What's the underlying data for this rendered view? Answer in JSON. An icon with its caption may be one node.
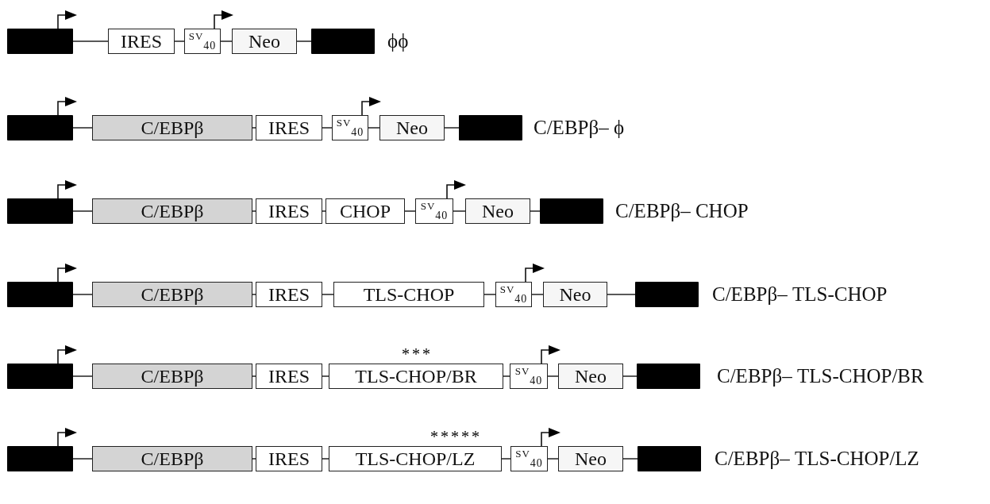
{
  "diagram": {
    "nodes": [
      {
        "text": [],
        "shape": "bar"
      },
      {
        "text": [
          "IRES"
        ]
      },
      {
        "text": [
          "SV$_{40}$"
        ]
      },
      {
        "text": [
          "Neo"
        ]
      },
      {
        "text": [],
        "shape": "bar"
      },
      {
        "text": [],
        "shape": "bar"
      },
      {
        "text": [
          "C/EBPβ"
        ]
      },
      {
        "text": [
          "IRES"
        ]
      },
      {
        "text": [
          "SV$_{40}$"
        ]
      },
      {
        "text": [
          "Neo"
        ]
      },
      {
        "text": [],
        "shape": "bar"
      },
      {
        "text": [],
        "shape": "bar"
      },
      {
        "text": [
          "C/EBPβ"
        ]
      },
      {
        "text": [
          "IRES"
        ]
      },
      {
        "text": [
          "CHOP"
        ]
      },
      {
        "text": [
          "SV$_{40}$"
        ]
      },
      {
        "text": [
          "Neo"
        ]
      },
      {
        "text": [],
        "shape": "bar"
      },
      {
        "text": [],
        "shape": "bar"
      },
      {
        "text": [
          "C/EBPβ"
        ]
      },
      {
        "text": [
          "IRES"
        ]
      },
      {
        "text": [
          "TLS-CHOP"
        ]
      },
      {
        "text": [
          "SV$_{40}$"
        ]
      },
      {
        "text": [
          "Neo"
        ]
      },
      {
        "text": [],
        "shape": "bar"
      },
      {
        "text": [],
        "shape": "bar"
      },
      {
        "text": [
          "C/EBPβ"
        ]
      },
      {
        "text": [
          "IRES"
        ]
      },
      {
        "text": [
          "TLS-CHOP/BR"
        ],
        "beside": [
          "***"
        ]
      },
      {
        "text": [
          "SV$_{40}$"
        ]
      },
      {
        "text": [
          "Neo"
        ]
      },
      {
        "text": [],
        "shape": "bar"
      },
      {
        "text": [],
        "shape": "bar"
      },
      {
        "text": [
          "C/EBPβ"
        ]
      },
      {
        "text": [
          "IRES"
        ]
      },
      {
        "text": [
          "TLS-CHOP/LZ"
        ],
        "beside": [
          "*****"
        ]
      },
      {
        "text": [
          "SV$_{40}$"
        ]
      },
      {
        "text": [
          "Neo"
        ]
      },
      {
        "text": [],
        "shape": "bar"
      }
    ],
    "edges": [
      {
        "from": 0,
        "to": 1,
        "arrow": "none"
      },
      {
        "from": 1,
        "to": 2,
        "arrow": "none"
      },
      {
        "from": 2,
        "to": 3,
        "arrow": "none"
      },
      {
        "from": 3,
        "to": 4,
        "arrow": "none"
      },
      {
        "from": 5,
        "to": 6,
        "arrow": "none"
      },
      {
        "from": 6,
        "to": 7,
        "arrow": "none"
      },
      {
        "from": 7,
        "to": 8,
        "arrow": "none"
      },
      {
        "from": 8,
        "to": 9,
        "arrow": "none"
      },
      {
        "from": 9,
        "to": 10,
        "arrow": "none"
      },
      {
        "from": 11,
        "to": 12,
        "arrow": "none"
      },
      {
        "from": 12,
        "to": 13,
        "arrow": "none"
      },
      {
        "from": 13,
        "to": 14,
        "arrow": "none"
      },
      {
        "from": 14,
        "to": 15,
        "arrow": "none"
      },
      {
        "from": 15,
        "to": 16,
        "arrow": "none"
      },
      {
        "from": 16,
        "to": 17,
        "arrow": "none"
      },
      {
        "from": 18,
        "to": 19,
        "arrow": "none"
      },
      {
        "from": 19,
        "to": 20,
        "arrow": "none"
      },
      {
        "from": 20,
        "to": 21,
        "arrow": "none"
      },
      {
        "from": 21,
        "to": 22,
        "arrow": "none"
      },
      {
        "from": 22,
        "to": 23,
        "arrow": "none"
      },
      {
        "from": 23,
        "to": 24,
        "arrow": "none"
      },
      {
        "from": 25,
        "to": 26,
        "arrow": "none"
      },
      {
        "from": 26,
        "to": 27,
        "arrow": "none"
      },
      {
        "from": 27,
        "to": 28,
        "arrow": "none"
      },
      {
        "from": 28,
        "to": 29,
        "arrow": "none"
      },
      {
        "from": 29,
        "to": 30,
        "arrow": "none"
      },
      {
        "from": 30,
        "to": 31,
        "arrow": "none"
      },
      {
        "from": 32,
        "to": 33,
        "arrow": "none"
      },
      {
        "from": 33,
        "to": 34,
        "arrow": "none"
      },
      {
        "from": 34,
        "to": 35,
        "arrow": "none"
      },
      {
        "from": 35,
        "to": 36,
        "arrow": "none"
      },
      {
        "from": 36,
        "to": 37,
        "arrow": "none"
      },
      {
        "from": 37,
        "to": 38,
        "arrow": "none"
      }
    ],
    "labels": [
      "ϕϕ",
      "C/EBPβ– ϕ",
      "C/EBPβ– CHOP",
      "C/EBPβ– TLS-CHOP",
      "C/EBPβ– TLS-CHOP/BR",
      "C/EBPβ– TLS-CHOP/LZ"
    ]
  }
}
